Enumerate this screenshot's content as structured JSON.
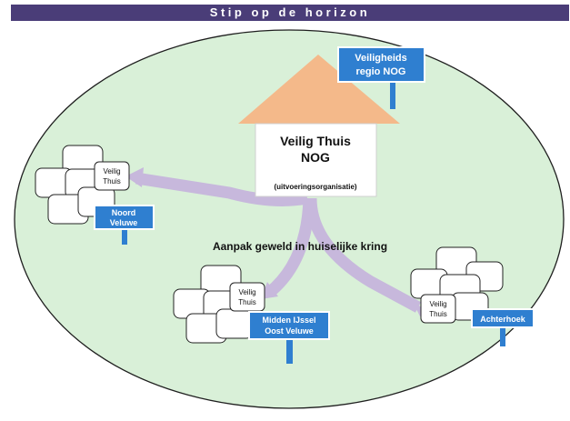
{
  "banner_title": "Stip op de horizon",
  "colors": {
    "banner": "#4a3d78",
    "ellipse_fill": "#d9f0d8",
    "roof": "#f4b98a",
    "arrow": "#c7b8dc",
    "sign": "#2f7fd0",
    "sign_border": "#ffffff"
  },
  "house": {
    "title_line1": "Veilig Thuis",
    "title_line2": "NOG",
    "subtitle": "(uitvoeringsorganisatie)"
  },
  "signs": {
    "top": {
      "line1": "Veiligheids",
      "line2": "regio NOG"
    },
    "left": {
      "line1": "Noord",
      "line2": "Veluwe"
    },
    "middle": {
      "line1": "Midden IJssel",
      "line2": "Oost Veluwe"
    },
    "right": {
      "line1": "Achterhoek"
    }
  },
  "nodes": {
    "left": {
      "line1": "Veilig",
      "line2": "Thuis"
    },
    "middle": {
      "line1": "Veilig",
      "line2": "Thuis"
    },
    "right": {
      "line1": "Veilig",
      "line2": "Thuis"
    }
  },
  "center_label": "Aanpak geweld in huiselijke kring"
}
